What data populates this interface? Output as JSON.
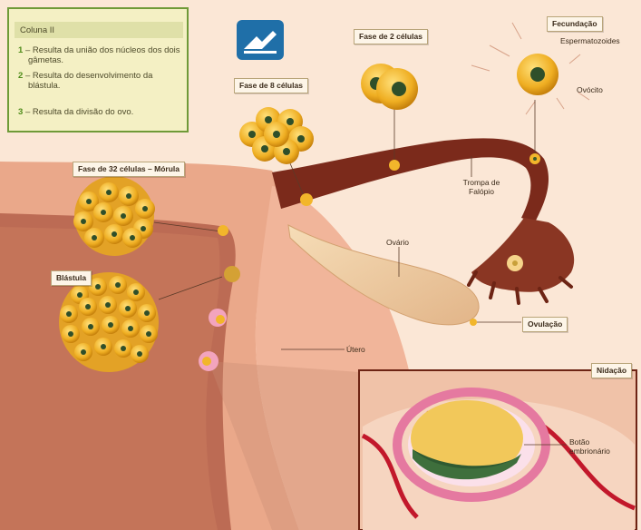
{
  "legend": {
    "title": "Coluna II",
    "items": [
      {
        "num": "1",
        "text": "– Resulta da união dos núcleos dos dois gâmetas."
      },
      {
        "num": "2",
        "text": "– Resulta do desenvolvimento da blástula."
      },
      {
        "num": "3",
        "text": "– Resulta da divisão do ovo."
      }
    ]
  },
  "labels": {
    "fecundacao": "Fecundação",
    "espermatozoides": "Espermatozoides",
    "ovocito": "Ovócito",
    "fase2": "Fase de 2 células",
    "fase8": "Fase de 8 células",
    "fase32": "Fase de 32 células – Mórula",
    "trompa": "Trompa de Falópio",
    "blastula": "Blástula",
    "ovario": "Ovário",
    "ovulacao": "Ovulação",
    "utero": "Útero",
    "nidacao": "Nidação",
    "botao": "Botão embrionário"
  },
  "colors": {
    "background": "#fbe7d6",
    "uterus_wall": "#e9a486",
    "uterus_cavity": "#a8563e",
    "tube": "#7b2a1b",
    "cell_yellow": "#f2b62b",
    "legend_border": "#6f9a38",
    "legend_bg": "#f4f0c4",
    "logo_blue": "#1f6fa8"
  }
}
